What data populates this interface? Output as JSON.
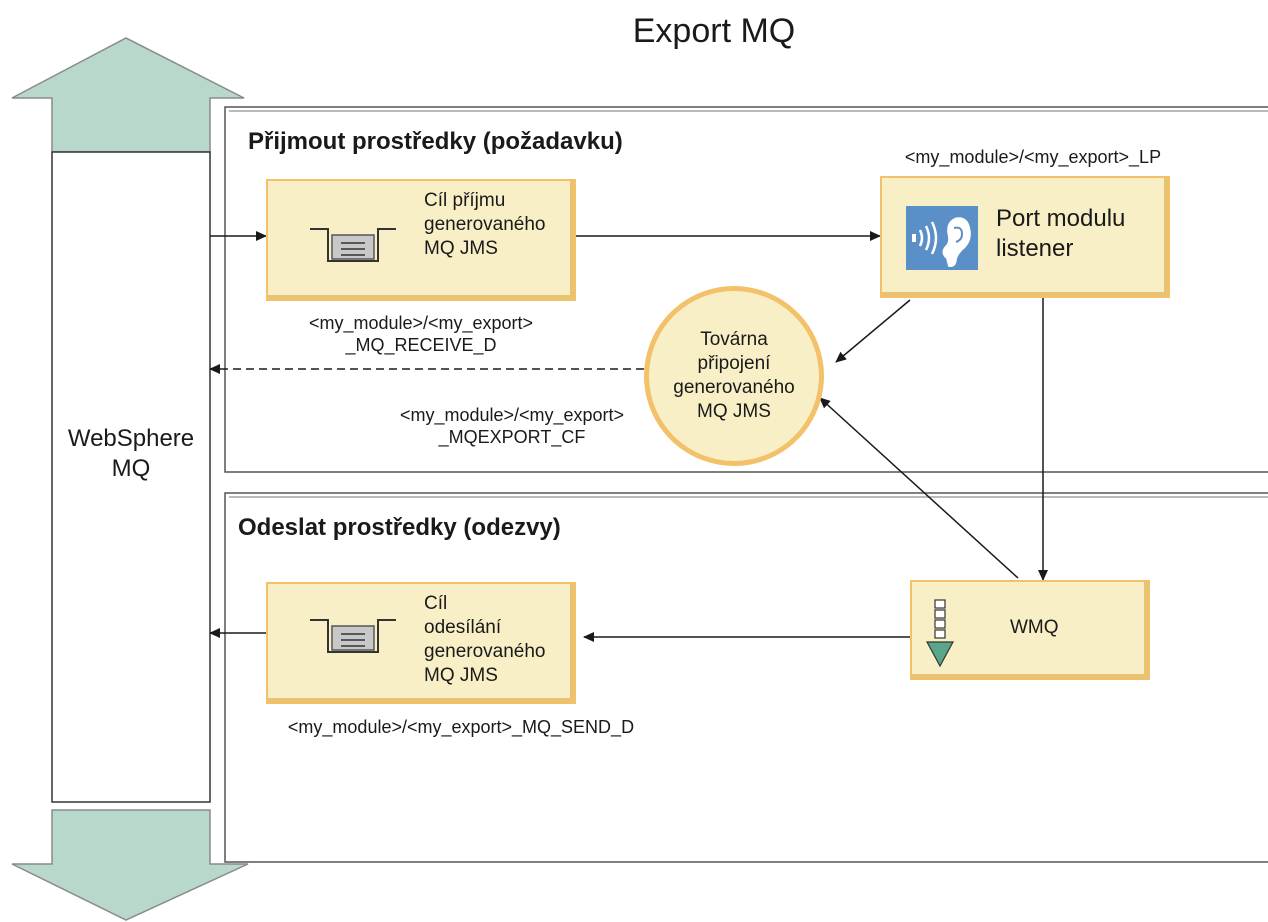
{
  "title": "Export MQ",
  "websphere_label": "WebSphere MQ",
  "sections": {
    "receive_title": "Přijmout prostředky (požadavku)",
    "send_title": "Odeslat prostředky (odezvy)"
  },
  "nodes": {
    "receive_dest": {
      "lines": [
        "Cíl příjmu",
        "generovaného",
        "MQ JMS"
      ],
      "path_lines": [
        "<my_module>/<my_export>",
        "_MQ_RECEIVE_D"
      ]
    },
    "listener_port": {
      "lines": [
        "Port modulu",
        "listener"
      ],
      "path": "<my_module>/<my_export>_LP"
    },
    "connection_factory": {
      "lines": [
        "Továrna",
        "připojení",
        "generovaného",
        "MQ JMS"
      ],
      "path_lines": [
        "<my_module>/<my_export>",
        "_MQEXPORT_CF"
      ]
    },
    "wmq": {
      "label": "WMQ"
    },
    "send_dest": {
      "lines": [
        "Cíl",
        "odesílání",
        "generovaného",
        "MQ JMS"
      ],
      "path": "<my_module>/<my_export>_MQ_SEND_D"
    }
  },
  "colors": {
    "node_fill": "#f8efc7",
    "node_border": "#f2c16a",
    "arrow_fill": "#b8d8cc",
    "icon_blue": "#5b8fc7"
  },
  "icons": {
    "queue": "queue-icon",
    "listener": "ear-listener-icon",
    "wmq": "down-queue-icon"
  }
}
